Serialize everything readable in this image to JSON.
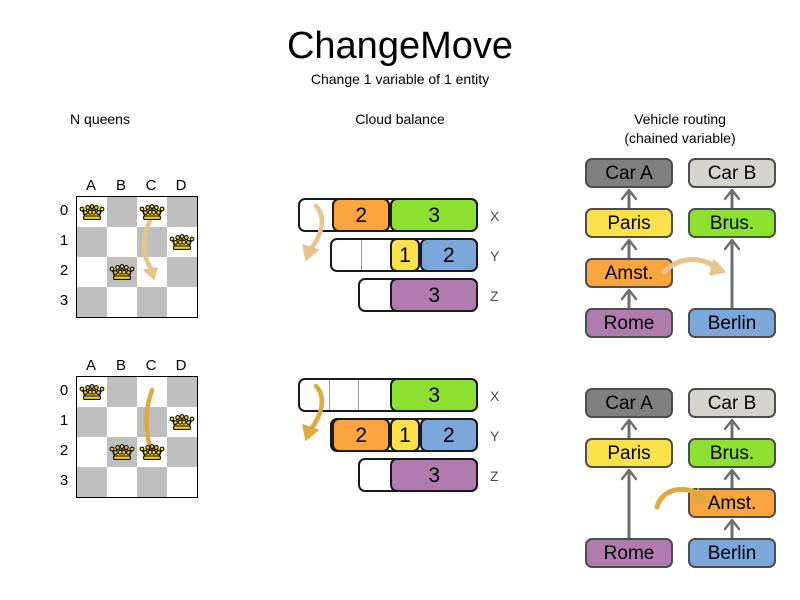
{
  "title": "ChangeMove",
  "subtitle": "Change 1 variable of 1 entity",
  "sections": {
    "nqueens": {
      "header": "N queens"
    },
    "cloud": {
      "header": "Cloud balance"
    },
    "vrp": {
      "header_line1": "Vehicle routing",
      "header_line2": "(chained variable)"
    }
  },
  "colors": {
    "orange": "#f9a43c",
    "green": "#8ce02f",
    "yellow": "#fbe24a",
    "blue": "#7ba7db",
    "purple": "#b07cb0",
    "gray_dark": "#808080",
    "gray_light": "#d4d4cc",
    "cell_dark": "#bfbfbf",
    "cell_light": "#ffffff",
    "arrow": "#e8c48a",
    "arrow_strong": "#e0a93f",
    "queen_gold": "#f2d020",
    "edge": "#4d4d4d"
  },
  "board": {
    "column_labels": [
      "A",
      "B",
      "C",
      "D"
    ],
    "row_labels": [
      "0",
      "1",
      "2",
      "3"
    ],
    "before": {
      "queens": [
        {
          "col": 0,
          "row": 0
        },
        {
          "col": 2,
          "row": 0
        },
        {
          "col": 3,
          "row": 1
        },
        {
          "col": 1,
          "row": 2
        }
      ],
      "move": {
        "from_col": 2,
        "from_row": 0,
        "to_col": 2,
        "to_row": 2
      }
    },
    "after": {
      "queens": [
        {
          "col": 0,
          "row": 0
        },
        {
          "col": 3,
          "row": 1
        },
        {
          "col": 1,
          "row": 2
        },
        {
          "col": 2,
          "row": 2
        }
      ],
      "move": {
        "from_col": 2,
        "from_row": 0,
        "to_col": 2,
        "to_row": 2
      }
    }
  },
  "cloud": {
    "labels": [
      "X",
      "Y",
      "Z"
    ],
    "before": {
      "rows": [
        {
          "label": "X",
          "processes": [
            {
              "value": "2",
              "color": "#f9a43c"
            },
            {
              "value": "3",
              "color": "#8ce02f"
            }
          ]
        },
        {
          "label": "Y",
          "processes": [
            {
              "value": "1",
              "color": "#fbe24a"
            },
            {
              "value": "2",
              "color": "#7ba7db"
            }
          ]
        },
        {
          "label": "Z",
          "processes": [
            {
              "value": "3",
              "color": "#b07cb0"
            }
          ]
        }
      ]
    },
    "after": {
      "rows": [
        {
          "label": "X",
          "processes": [
            {
              "value": "3",
              "color": "#8ce02f"
            }
          ]
        },
        {
          "label": "Y",
          "processes": [
            {
              "value": "2",
              "color": "#f9a43c"
            },
            {
              "value": "1",
              "color": "#fbe24a"
            },
            {
              "value": "2",
              "color": "#7ba7db"
            }
          ]
        },
        {
          "label": "Z",
          "processes": [
            {
              "value": "3",
              "color": "#b07cb0"
            }
          ]
        }
      ]
    },
    "moved_process": "2"
  },
  "vrp": {
    "before": {
      "chain_a": [
        "Car A",
        "Paris",
        "Amst.",
        "Rome"
      ],
      "chain_b": [
        "Car B",
        "Brus.",
        "Berlin"
      ]
    },
    "after": {
      "chain_a": [
        "Car A",
        "Paris",
        "Rome"
      ],
      "chain_b": [
        "Car B",
        "Brus.",
        "Amst.",
        "Berlin"
      ]
    },
    "moved_node": "Amst.",
    "node_colors": {
      "Car A": "#808080",
      "Car B": "#d4d4cc",
      "Paris": "#fbe24a",
      "Brus.": "#8ce02f",
      "Amst.": "#f9a43c",
      "Rome": "#b07cb0",
      "Berlin": "#7ba7db"
    }
  }
}
